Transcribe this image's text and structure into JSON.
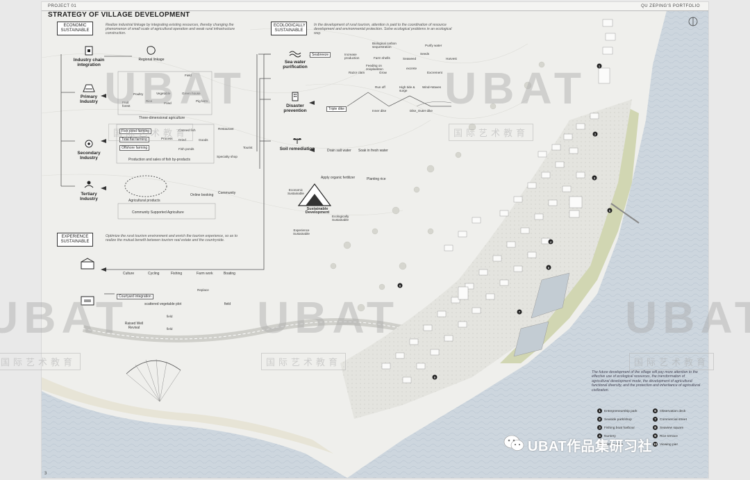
{
  "header": {
    "project": "PROJECT 01",
    "portfolio": "QU ZEPING'S PORTFOLIO",
    "title": "STRATEGY OF VILLAGE DEVELOPMENT"
  },
  "economic": {
    "tag": "ECONOMIC SUSTAINABLE",
    "desc": "Realize industrial linkage by integrating existing resources, thereby changing the phenomenon of small scale of agricultural operation and weak rural infrastructure construction.",
    "integration": "Industry chain integration",
    "regional": "Regional linkage",
    "primary": "Primary Industry",
    "secondary": "Secondary Industry",
    "tertiary": "Tertiary Industry",
    "three_dim": "Three-dimensional agriculture",
    "p_field": "Field",
    "p_poultry": "Poultry",
    "p_vegetable": "Vegetable",
    "p_greenhouse": "Green house",
    "p_pig": "Pig farm",
    "p_fruit": "Fruit forest",
    "p_rice": "Rice",
    "p_pond": "Pond",
    "fish_pond": "Fish pond farming",
    "tidal": "Tidal flat farming",
    "offshore": "Offshore farming",
    "canned": "Canned fish",
    "process": "Process",
    "dried": "Dried",
    "fishpond2": "Fish ponds",
    "restaurant": "Restaurant",
    "goods": "Goods",
    "specialty": "Specialty shop",
    "tourist": "Tourist",
    "byproducts": "Production and sales of fish by-products",
    "agri_products": "Agricultural products",
    "online": "Online booking",
    "community": "Community",
    "csa": "Community Supported Agriculture"
  },
  "ecological": {
    "tag": "ECOLOGICALLY SUSTAINABLE",
    "desc": "In the development of rural tourism, attention is paid to the coordination of resource development and environmental protection. Solve ecological problems in an ecological way.",
    "sea_water": "Sea water purification",
    "disaster": "Disaster prevention",
    "soil": "Soil remediation",
    "seabreeze": "Seabreeze",
    "bio": "Biological carbon sequestration",
    "purify": "Purify water",
    "increase": "Increase production",
    "farm_shells": "Farm shells",
    "seaweed": "Seaweed",
    "seeds": "Seeds",
    "harvest": "Harvest",
    "feeding": "Feeding on zooplankton",
    "razor": "Razor clam",
    "grow": "Grow",
    "excrete": "excrete",
    "excrement": "Excrement",
    "run_off": "Run off",
    "high_tide": "High tide & surge",
    "wind_waves": "Wind+Waves",
    "triple": "Triple dike",
    "inner": "Inner dike",
    "dike_outer": "Dike_Outer dike",
    "drain": "Drain salt water",
    "soak": "Soak in fresh water",
    "fertilizer": "Apply organic fertilizer",
    "planting": "Planting rice"
  },
  "sustain": {
    "economic": "Economic Sustainable",
    "center": "Sustainable Development",
    "ecological": "Ecologically Sustainable",
    "experience": "Experience Sustainable"
  },
  "experience": {
    "tag": "EXPERIENCE SUSTAINABLE",
    "desc": "Optimize the rural tourism environment and enrich the tourism experience, so as to realize the mutual benefit between tourism real estate and the countryside.",
    "culture": "Culture",
    "cycling": "Cycling",
    "fishing": "Fishing",
    "farm_work": "Farm work",
    "boating": "Boating",
    "courtyard": "Courtyard integration",
    "scattered": "scattered vegetable plot",
    "replace": "Replace",
    "field": "field",
    "raised": "Raised Well Revival",
    "field2": "field",
    "field3": "field"
  },
  "map": {
    "body_text": "The future development of the village will pay more attention to the effective use of ecological resources, the transformation of agricultural development mode, the development of agricultural functional diversity, and the protection and inheritance of agricultural civilization.",
    "legend": [
      {
        "num": "1",
        "label": "Entrepreneurship park"
      },
      {
        "num": "2",
        "label": "Seaside park/shop"
      },
      {
        "num": "3",
        "label": "Fishing boat harbour"
      },
      {
        "num": "4",
        "label": "Nursery"
      },
      {
        "num": "5",
        "label": "Fishing base"
      },
      {
        "num": "6",
        "label": "Observation deck"
      },
      {
        "num": "7",
        "label": "Commercial street"
      },
      {
        "num": "8",
        "label": "Seaview square"
      },
      {
        "num": "9",
        "label": "Rice terrace"
      },
      {
        "num": "10",
        "label": "Viewing pier"
      }
    ]
  },
  "watermark": {
    "text": "UBAT",
    "sub": "国际艺术教育",
    "brand": "UBAT作品集研习社"
  },
  "page_number": "3",
  "colors": {
    "sea": "#c9d4de",
    "land": "#e6e6e3",
    "green": "#c9d0a6",
    "accent": "#222222"
  }
}
